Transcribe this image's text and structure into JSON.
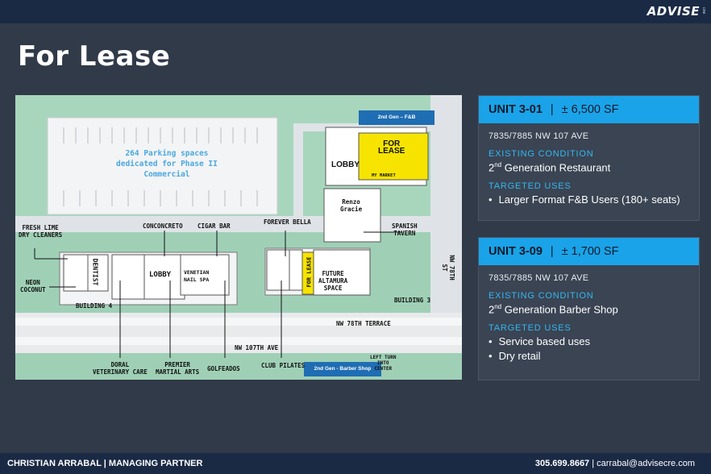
{
  "header": {
    "logo": "ADVISE",
    "logo_sub": "CRE"
  },
  "title": "For Lease",
  "map": {
    "parking_label": "264 Parking spaces\ndedicated for Phase II\nCommercial",
    "tag_fb": "2nd Gen – F&B",
    "tag_barber": "2nd Gen - Barber Shop",
    "for_lease_top": "FOR\nLEASE",
    "for_lease_side": "FOR LEASE",
    "lobby_right": "LOBBY",
    "lobby_left": "LOBBY",
    "my_market": "MY MARKET",
    "renzo": "Renzo\nGracie",
    "spanish": "SPANISH\nTAVERN",
    "fresh_lime": "FRESH LIME\nDRY CLEANERS",
    "concon": "CONCONCRETO",
    "cigar": "CIGAR BAR",
    "forever": "FOREVER BELLA",
    "neon": "NEON\nCOCONUT",
    "dentist": "DENTIST",
    "venetian": "VENETIAN\nNAIL SPA",
    "future": "FUTURE\nALTAMURA\nSPACE",
    "building4": "BUILDING 4",
    "building3": "BUILDING 3",
    "nw78_terrace": "NW 78TH TERRACE",
    "nw107": "NW 107TH AVE",
    "nw78_st": "NW 78TH\nST",
    "doral": "DORAL\nVETERINARY CARE",
    "premier": "PREMIER\nMARTIAL ARTS",
    "golfeados": "GOLFEADOS",
    "club_pilates": "CLUB PILATES",
    "left_turn": "LEFT TURN\nINTO\nCENTER"
  },
  "unit1": {
    "name": "UNIT 3-01",
    "sep": "|",
    "size": "± 6,500 SF",
    "address": "7835/7885 NW 107 AVE",
    "cond_label": "EXISTING CONDITION",
    "cond_sup": "nd",
    "cond_num": "2",
    "cond_text": " Generation Restaurant",
    "uses_label": "TARGETED USES",
    "uses": [
      "Larger Format F&B Users (180+ seats)"
    ]
  },
  "unit2": {
    "name": "UNIT 3-09",
    "sep": "|",
    "size": "± 1,700 SF",
    "address": "7835/7885 NW 107 AVE",
    "cond_label": "EXISTING CONDITION",
    "cond_sup": "nd",
    "cond_num": "2",
    "cond_text": " Generation Barber Shop",
    "uses_label": "TARGETED USES",
    "uses": [
      "Service based uses",
      "Dry retail"
    ]
  },
  "footer": {
    "left": "CHRISTIAN ARRABAL | MANAGING PARTNER",
    "phone": "305.699.8667",
    "divider": " | ",
    "email": "carrabal@advisecre.com"
  }
}
